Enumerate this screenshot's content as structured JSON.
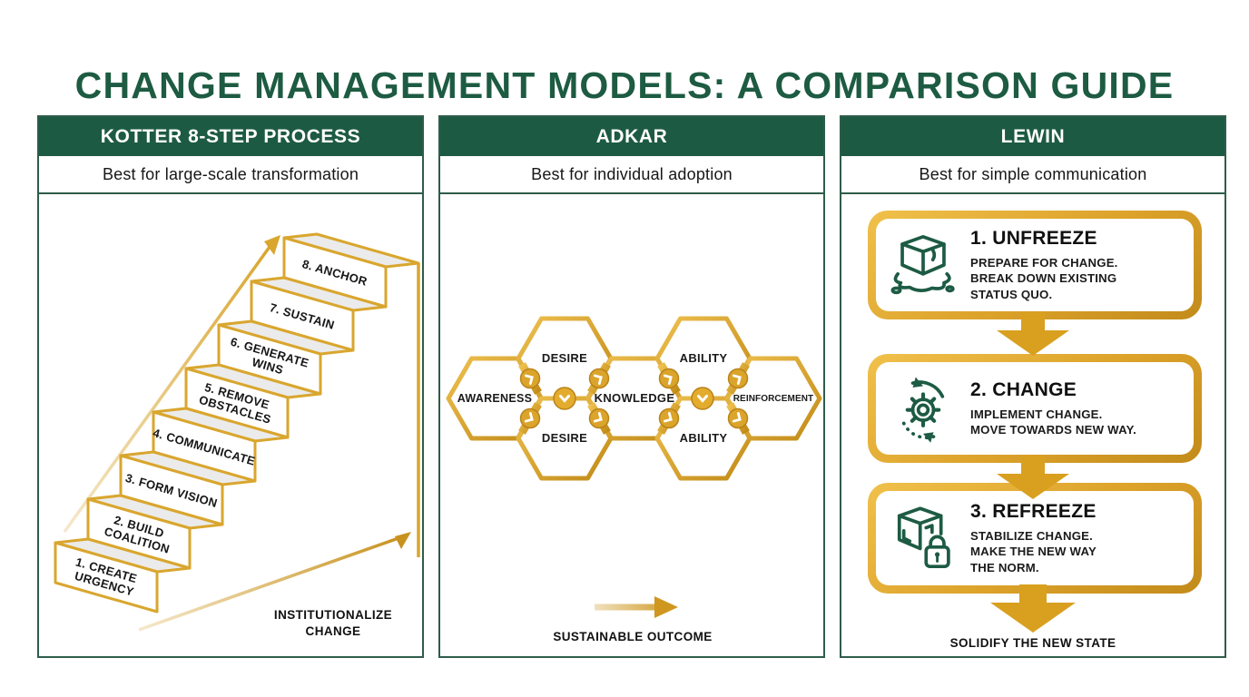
{
  "page": {
    "title": "CHANGE MANAGEMENT MODELS: A COMPARISON GUIDE"
  },
  "colors": {
    "dark_green": "#1d5a44",
    "gold": "#d9a62e",
    "gold_dark": "#c28b1b",
    "text_dark": "#161616"
  },
  "panels": {
    "kotter": {
      "title": "KOTTER 8-STEP PROCESS",
      "subtitle": "Best for large-scale transformation",
      "steps": [
        {
          "l1": "1. CREATE",
          "l2": "URGENCY"
        },
        {
          "l1": "2. BUILD",
          "l2": "COALITION"
        },
        {
          "l1": "3. FORM VISION"
        },
        {
          "l1": "4. COMMUNICATE"
        },
        {
          "l1": "5. REMOVE",
          "l2": "OBSTACLES"
        },
        {
          "l1": "6. GENERATE",
          "l2": "WINS"
        },
        {
          "l1": "7. SUSTAIN"
        },
        {
          "l1": "8. ANCHOR"
        }
      ],
      "footnote_lines": [
        "INSTITUTIONALIZE",
        "CHANGE"
      ]
    },
    "adkar": {
      "title": "ADKAR",
      "subtitle": "Best for individual adoption",
      "labels": {
        "awareness": "AWARENESS",
        "desire": "DESIRE",
        "knowledge": "KNOWLEDGE",
        "ability": "ABILITY",
        "reinforcement": "REINFORCEMENT"
      },
      "footnote": "SUSTAINABLE OUTCOME"
    },
    "lewin": {
      "title": "LEWIN",
      "subtitle": "Best for simple communication",
      "stages": [
        {
          "title": "1. UNFREEZE",
          "lines": [
            "PREPARE FOR CHANGE.",
            "BREAK DOWN EXISTING",
            "STATUS QUO."
          ]
        },
        {
          "title": "2. CHANGE",
          "lines": [
            "IMPLEMENT CHANGE.",
            "MOVE TOWARDS NEW WAY."
          ]
        },
        {
          "title": "3. REFREEZE",
          "lines": [
            "STABILIZE CHANGE.",
            "MAKE THE NEW WAY",
            "THE NORM."
          ]
        }
      ],
      "footnote": "SOLIDIFY THE NEW STATE"
    }
  }
}
